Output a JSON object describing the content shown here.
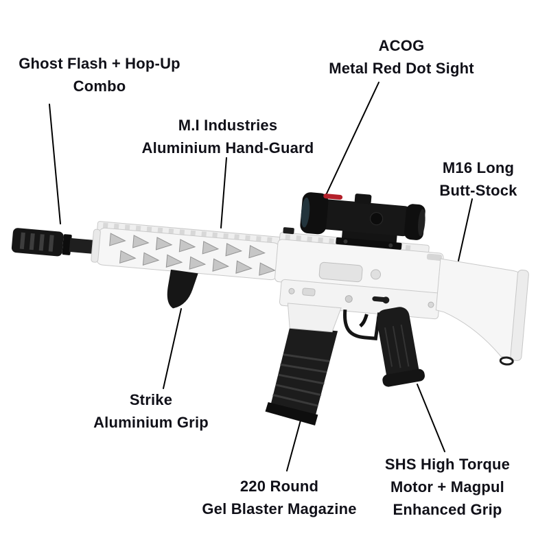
{
  "background": "#ffffff",
  "colors": {
    "label_text": "#101018",
    "leader_line": "#000000",
    "rifle_body_white": "#f6f6f6",
    "rifle_parts_black": "#161616",
    "sight_red_accent": "#b3202a"
  },
  "labels": [
    {
      "id": "muzzle-combo",
      "lines": [
        "Ghost Flash + Hop-Up",
        "Combo"
      ]
    },
    {
      "id": "red-dot-sight",
      "lines": [
        "ACOG",
        "Metal Red Dot Sight"
      ]
    },
    {
      "id": "handguard",
      "lines": [
        "M.I Industries",
        "Aluminium Hand-Guard"
      ]
    },
    {
      "id": "buttstock",
      "lines": [
        "M16 Long",
        "Butt-Stock"
      ]
    },
    {
      "id": "foregrip",
      "lines": [
        "Strike",
        "Aluminium Grip"
      ]
    },
    {
      "id": "magazine",
      "lines": [
        "220 Round",
        "Gel Blaster Magazine"
      ]
    },
    {
      "id": "motor-grip",
      "lines": [
        "SHS High Torque",
        "Motor + Magpul",
        "Enhanced Grip"
      ]
    }
  ]
}
